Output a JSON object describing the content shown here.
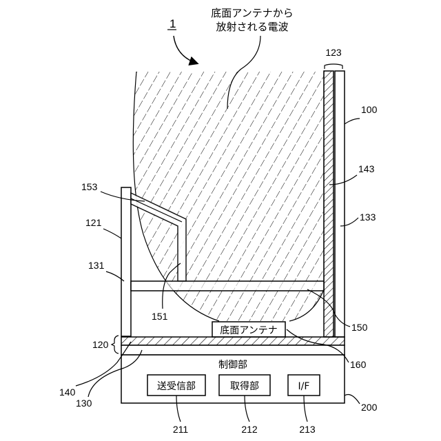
{
  "caption": {
    "line1": "底面アンテナから",
    "line2": "放射される電波"
  },
  "labels": {
    "system": "1",
    "r100": "100",
    "r120": "120",
    "r121": "121",
    "r123": "123",
    "r130": "130",
    "r131": "131",
    "r133": "133",
    "r140": "140",
    "r143": "143",
    "r150": "150",
    "r151": "151",
    "r153": "153",
    "r160": "160",
    "r200": "200",
    "r211": "211",
    "r212": "212",
    "r213": "213"
  },
  "boxes": {
    "antenna": "底面アンテナ",
    "control": "制御部",
    "transceiver": "送受信部",
    "acquisition": "取得部",
    "interface": "I/F"
  }
}
